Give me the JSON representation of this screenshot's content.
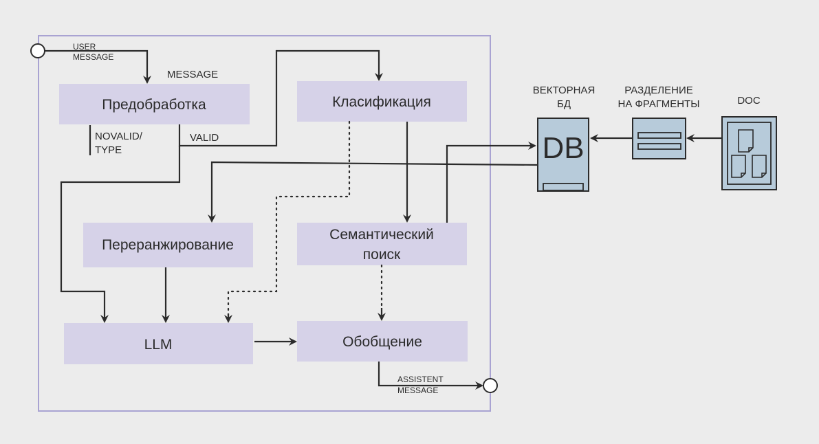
{
  "nodes": {
    "preprocessing": "Предобработка",
    "classification": "Класификация",
    "reranking": "Переранжирование",
    "semantic_search_line1": "Семантический",
    "semantic_search_line2": "поиск",
    "llm": "LLM",
    "summarization": "Обобщение"
  },
  "labels": {
    "user_message_line1": "USER",
    "user_message_line2": "MESSAGE",
    "message": "MESSAGE",
    "novalid_line1": "NOVALID/",
    "novalid_line2": "TYPE",
    "valid": "VALID",
    "assistent_line1": "ASSISTENT",
    "assistent_line2": "MESSAGE"
  },
  "storage": {
    "vector_db_line1": "ВЕКТОРНАЯ",
    "vector_db_line2": "БД",
    "db_text": "DB",
    "split_line1": "РАЗДЕЛЕНИЕ",
    "split_line2": "НА ФРАГМЕНТЫ",
    "doc": "DOC"
  },
  "colors": {
    "background": "#ececec",
    "process_box": "#d6d2e8",
    "frame": "#a9a3d2",
    "storage": "#b7cbda",
    "stroke": "#2b2b2b"
  }
}
